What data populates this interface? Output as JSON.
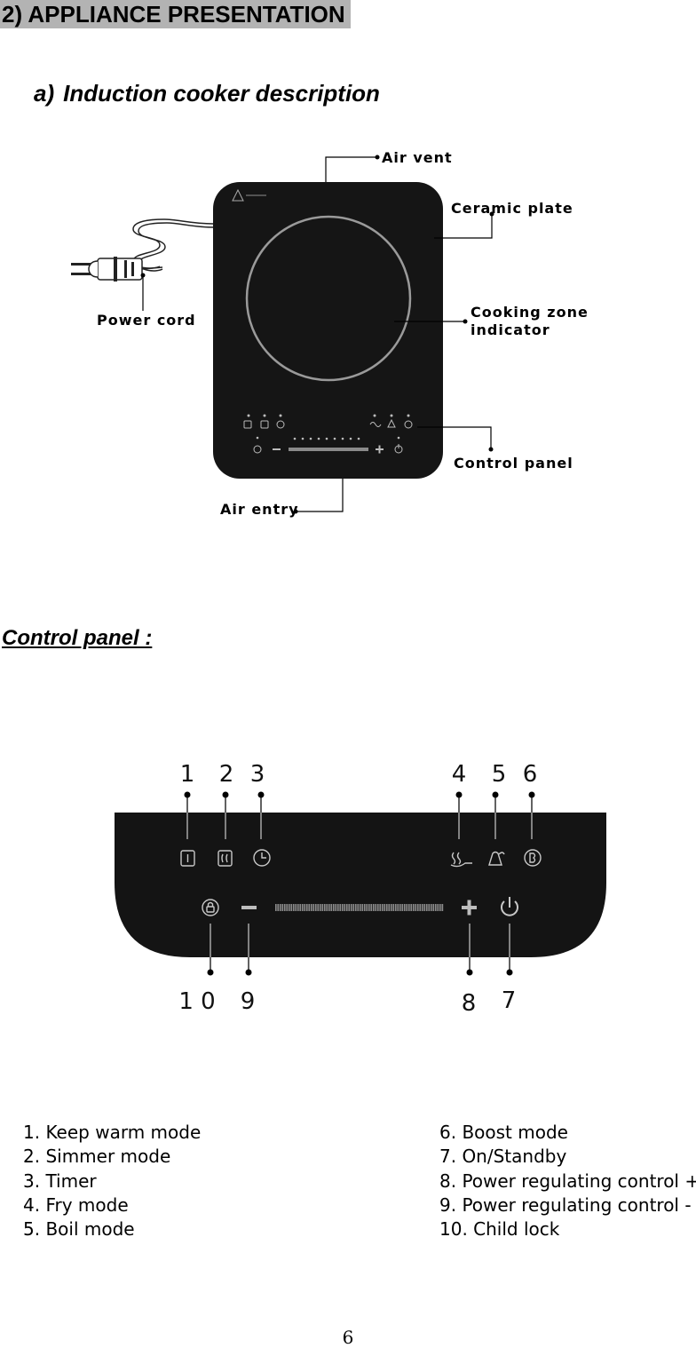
{
  "section": {
    "title": "2) APPLIANCE PRESENTATION"
  },
  "subsection": {
    "label": "a)",
    "title": "Induction cooker description"
  },
  "callouts": {
    "air_vent": "Air vent",
    "ceramic_plate": "Ceramic plate",
    "cooking_zone_line1": "Cooking zone",
    "cooking_zone_line2": "indicator",
    "control_panel": "Control panel",
    "power_cord": "Power cord",
    "air_entry": "Air entry"
  },
  "control_panel_title": "Control panel :",
  "panel_numbers": {
    "n1": "1",
    "n2": "2",
    "n3": "3",
    "n4": "4",
    "n5": "5",
    "n6": "6",
    "n7": "7",
    "n8": "8",
    "n9": "9",
    "n10": "1 0"
  },
  "legend": {
    "left": [
      "1. Keep warm mode",
      "2. Simmer mode",
      "3. Timer",
      "4. Fry mode",
      "5. Boil mode"
    ],
    "right": [
      "6. Boost mode",
      "7. On/Standby",
      "8. Power regulating control +",
      "9. Power regulating control -",
      "10. Child lock"
    ]
  },
  "colors": {
    "title_band": "#b3b3b3",
    "cooker_body": "#151515",
    "zone_ring": "#9a9a9a"
  },
  "page_number": "6"
}
